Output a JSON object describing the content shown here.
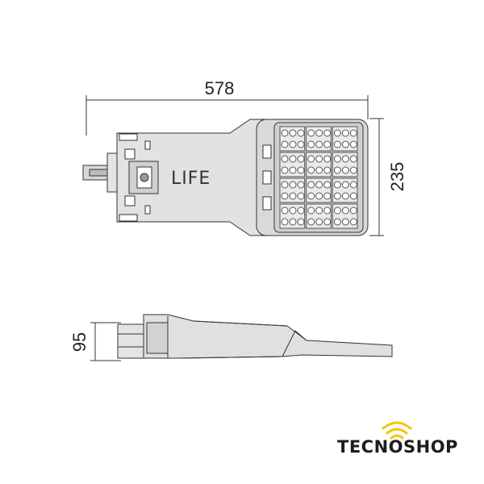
{
  "dimensions": {
    "length": "578",
    "width": "235",
    "height": "95"
  },
  "product_label": "LIFE",
  "brand": {
    "name": "TECNOSHOP",
    "accent_color": "#f2c500",
    "text_color": "#1d1d1b"
  },
  "icons": [
    "wifi-signal-icon"
  ]
}
